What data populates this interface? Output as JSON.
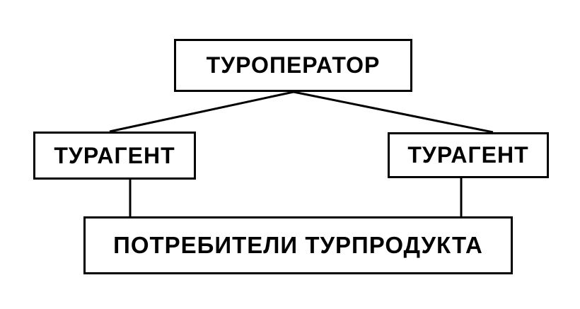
{
  "diagram": {
    "nodes": {
      "operator": "ТУРОПЕРАТОР",
      "agent_left": "ТУРАГЕНТ",
      "agent_right": "ТУРАГЕНТ",
      "consumers": "ПОТРЕБИТЕЛИ ТУРПРОДУКТА"
    },
    "edges": [
      {
        "from": "operator",
        "to": "agent_left"
      },
      {
        "from": "operator",
        "to": "agent_right"
      },
      {
        "from": "agent_left",
        "to": "consumers"
      },
      {
        "from": "agent_right",
        "to": "consumers"
      }
    ]
  }
}
